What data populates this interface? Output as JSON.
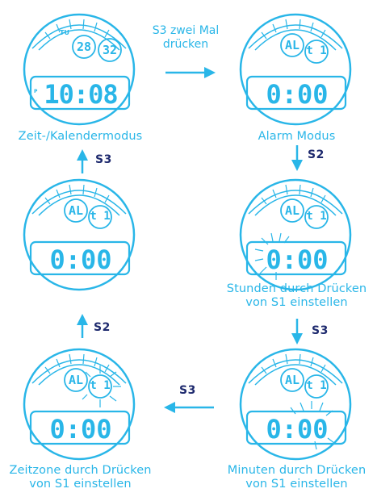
{
  "steps": [
    {
      "caption_1": "Zeit-/Kalendermodus",
      "caption_2": "",
      "circle_left": "28",
      "circle_right": "32",
      "main_display": "10:08",
      "small_label": "TU",
      "pm_marker": "P",
      "highlight": "none"
    },
    {
      "caption_1": "Alarm Modus",
      "caption_2": "",
      "circle_left": "AL",
      "circle_right": "t 1",
      "main_display": "0:00",
      "highlight": "none"
    },
    {
      "caption_1": "Stunden durch Drücken",
      "caption_2": "von S1 einstellen",
      "circle_left": "AL",
      "circle_right": "t 1",
      "main_display": "0:00",
      "highlight": "hours"
    },
    {
      "caption_1": "Minuten durch Drücken",
      "caption_2": "von S1 einstellen",
      "circle_left": "AL",
      "circle_right": "t 1",
      "main_display": "0:00",
      "highlight": "minutes"
    },
    {
      "caption_1": "Zeitzone durch Drücken",
      "caption_2": "von S1 einstellen",
      "circle_left": "AL",
      "circle_right": "t 1",
      "main_display": "0:00",
      "highlight": "timezone"
    },
    {
      "caption_1": "",
      "caption_2": "",
      "circle_left": "AL",
      "circle_right": "t 1",
      "main_display": "0:00",
      "highlight": "none"
    }
  ],
  "transitions": {
    "top": {
      "line_1": "S3 zwei Mal",
      "line_2": "drücken"
    },
    "right_1": "S2",
    "right_2": "S3",
    "bottom": "S3",
    "left_lower": "S2",
    "left_upper": "S3"
  },
  "colors": {
    "lcd_blue": "#29b6e8",
    "label_navy": "#1e2a6e"
  }
}
